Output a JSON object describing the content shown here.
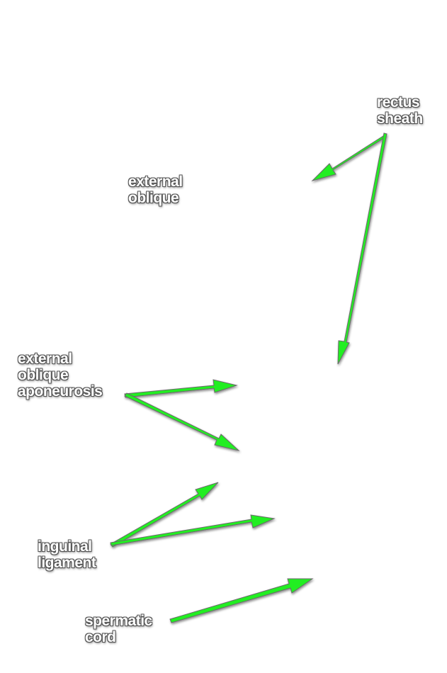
{
  "labels": {
    "rectus_sheath": [
      "rectus",
      "sheath"
    ],
    "external_oblique": [
      "external",
      "oblique"
    ],
    "external_oblique_aponeurosis": [
      "external",
      "oblique",
      "aponeurosis"
    ],
    "inguinal_ligament": [
      "inguinal",
      "ligament"
    ],
    "spermatic_cord": [
      "spermatic",
      "cord"
    ]
  },
  "colors": {
    "arrow": "#22ee22",
    "arrow_outline": "#6a6a6a",
    "label_text": "#ffffff"
  }
}
